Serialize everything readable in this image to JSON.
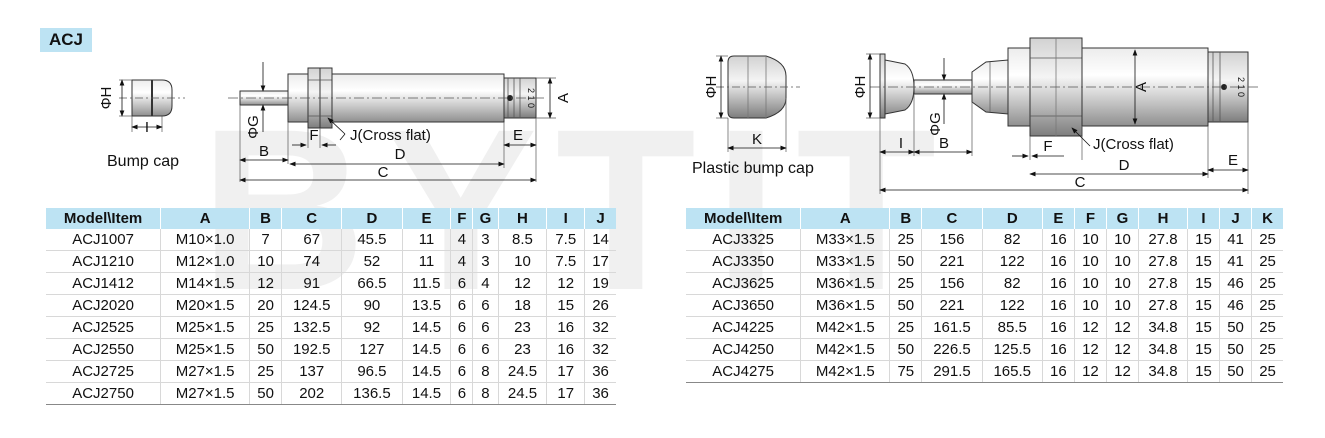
{
  "page": {
    "badge": "ACJ",
    "watermark": "BYTIT"
  },
  "drawing_left": {
    "cap_caption": "Bump cap",
    "labels": {
      "phi_h": "ΦH",
      "i": "I",
      "phi_g": "ΦG",
      "b": "B",
      "f": "F",
      "j": "J(Cross flat)",
      "d": "D",
      "c": "C",
      "e": "E",
      "a": "A",
      "marks": "2 1 0"
    }
  },
  "drawing_right": {
    "cap_caption": "Plastic bump cap",
    "labels": {
      "phi_h_cap": "ΦH",
      "k": "K",
      "phi_h": "ΦH",
      "i": "I",
      "phi_g": "ΦG",
      "b": "B",
      "f": "F",
      "j": "J(Cross flat)",
      "d": "D",
      "e": "E",
      "c": "C",
      "a": "A",
      "marks": "2 1 0"
    }
  },
  "table_left": {
    "headers": [
      "Model\\Item",
      "A",
      "B",
      "C",
      "D",
      "E",
      "F",
      "G",
      "H",
      "I",
      "J"
    ],
    "rows": [
      [
        "ACJ1007",
        "M10×1.0",
        "7",
        "67",
        "45.5",
        "11",
        "4",
        "3",
        "8.5",
        "7.5",
        "14"
      ],
      [
        "ACJ1210",
        "M12×1.0",
        "10",
        "74",
        "52",
        "11",
        "4",
        "3",
        "10",
        "7.5",
        "17"
      ],
      [
        "ACJ1412",
        "M14×1.5",
        "12",
        "91",
        "66.5",
        "11.5",
        "6",
        "4",
        "12",
        "12",
        "19"
      ],
      [
        "ACJ2020",
        "M20×1.5",
        "20",
        "124.5",
        "90",
        "13.5",
        "6",
        "6",
        "18",
        "15",
        "26"
      ],
      [
        "ACJ2525",
        "M25×1.5",
        "25",
        "132.5",
        "92",
        "14.5",
        "6",
        "6",
        "23",
        "16",
        "32"
      ],
      [
        "ACJ2550",
        "M25×1.5",
        "50",
        "192.5",
        "127",
        "14.5",
        "6",
        "6",
        "23",
        "16",
        "32"
      ],
      [
        "ACJ2725",
        "M27×1.5",
        "25",
        "137",
        "96.5",
        "14.5",
        "6",
        "8",
        "24.5",
        "17",
        "36"
      ],
      [
        "ACJ2750",
        "M27×1.5",
        "50",
        "202",
        "136.5",
        "14.5",
        "6",
        "8",
        "24.5",
        "17",
        "36"
      ]
    ]
  },
  "table_right": {
    "headers": [
      "Model\\Item",
      "A",
      "B",
      "C",
      "D",
      "E",
      "F",
      "G",
      "H",
      "I",
      "J",
      "K"
    ],
    "rows": [
      [
        "ACJ3325",
        "M33×1.5",
        "25",
        "156",
        "82",
        "16",
        "10",
        "10",
        "27.8",
        "15",
        "41",
        "25"
      ],
      [
        "ACJ3350",
        "M33×1.5",
        "50",
        "221",
        "122",
        "16",
        "10",
        "10",
        "27.8",
        "15",
        "41",
        "25"
      ],
      [
        "ACJ3625",
        "M36×1.5",
        "25",
        "156",
        "82",
        "16",
        "10",
        "10",
        "27.8",
        "15",
        "46",
        "25"
      ],
      [
        "ACJ3650",
        "M36×1.5",
        "50",
        "221",
        "122",
        "16",
        "10",
        "10",
        "27.8",
        "15",
        "46",
        "25"
      ],
      [
        "ACJ4225",
        "M42×1.5",
        "25",
        "161.5",
        "85.5",
        "16",
        "12",
        "12",
        "34.8",
        "15",
        "50",
        "25"
      ],
      [
        "ACJ4250",
        "M42×1.5",
        "50",
        "226.5",
        "125.5",
        "16",
        "12",
        "12",
        "34.8",
        "15",
        "50",
        "25"
      ],
      [
        "ACJ4275",
        "M42×1.5",
        "75",
        "291.5",
        "165.5",
        "16",
        "12",
        "12",
        "34.8",
        "15",
        "50",
        "25"
      ]
    ]
  }
}
